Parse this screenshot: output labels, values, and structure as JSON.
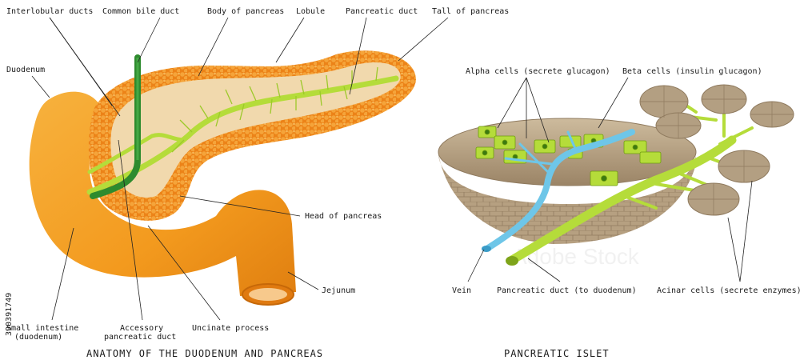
{
  "left_panel": {
    "caption": "ANATOMY OF THE DUODENUM AND PANCREAS",
    "labels": {
      "interlobular_ducts": "Interlobular ducts",
      "common_bile_duct": "Common bile duct",
      "body_of_pancreas": "Body of pancreas",
      "lobule": "Lobule",
      "pancreatic_duct": "Pancreatic duct",
      "tail_of_pancreas": "Tall of pancreas",
      "duodenum": "Duodenum",
      "head_of_pancreas": "Head of pancreas",
      "jejunum": "Jejunum",
      "small_intestine_line1": "Small intestine",
      "small_intestine_line2": "(duodenum)",
      "accessory_duct_line1": "Accessory",
      "accessory_duct_line2": "pancreatic duct",
      "uncinate_process": "Uncinate process"
    }
  },
  "right_panel": {
    "caption": "PANCREATIC ISLET",
    "labels": {
      "alpha_cells": "Alpha cells (secrete glucagon)",
      "beta_cells": "Beta cells (insulin glucagon)",
      "vein": "Vein",
      "pancreatic_duct": "Pancreatic duct (to duodenum)",
      "acinar_cells": "Acinar cells (secrete enzymes)"
    }
  },
  "watermark": {
    "text": "Adobe Stock",
    "side_id": "390391749"
  },
  "colors": {
    "duodenum": "#f39a1e",
    "pancreas_tissue": "#f08a1c",
    "inner_pancreas": "#f1d9ad",
    "duct_green": "#b5dc3a",
    "bile_duct": "#2e8b2e",
    "vein_blue": "#6ec6e8",
    "islet_tan": "#b9a385"
  }
}
